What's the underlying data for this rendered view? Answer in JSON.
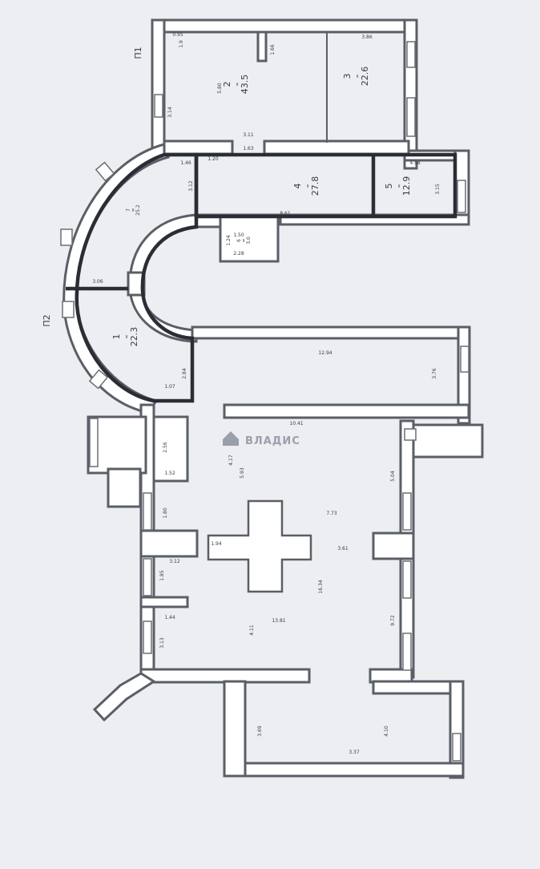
{
  "floor_marks": {
    "top": "П1",
    "middle": "П2"
  },
  "rooms": [
    {
      "num": "1",
      "sep": "=",
      "area": "22.3"
    },
    {
      "num": "2",
      "sep": "=",
      "area": "43.5"
    },
    {
      "num": "3",
      "sep": "=",
      "area": "22.6"
    },
    {
      "num": "4",
      "sep": "=",
      "area": "27.8"
    },
    {
      "num": "5",
      "sep": "=",
      "area": "12.9"
    },
    {
      "num": "6",
      "sep": "=",
      "area": "3.0"
    },
    {
      "num": "7",
      "sep": "=",
      "area": "25.2"
    },
    {
      "num": "",
      "sep": "",
      "area": "1.9"
    }
  ],
  "dims": [
    "0.95",
    "1.66",
    "5.80",
    "3.14",
    "3.86",
    "3.11",
    "1.63",
    "1.46",
    "1.20",
    "3.12",
    "8.61",
    "4.58",
    "3.15",
    "1.50",
    "2.28",
    "1.24",
    "3.06",
    "2.84",
    "1.07",
    "12.94",
    "3.76",
    "10.41",
    "2.56",
    "1.52",
    "4.17",
    "5.93",
    "5.04",
    "1.80",
    "1.94",
    "7.73",
    "3.61",
    "3.12",
    "1.85",
    "16.34",
    "9.72",
    "1.44",
    "3.13",
    "4.11",
    "13.81",
    "3.69",
    "4.10",
    "3.37"
  ],
  "watermark": "ВЛАДИС"
}
